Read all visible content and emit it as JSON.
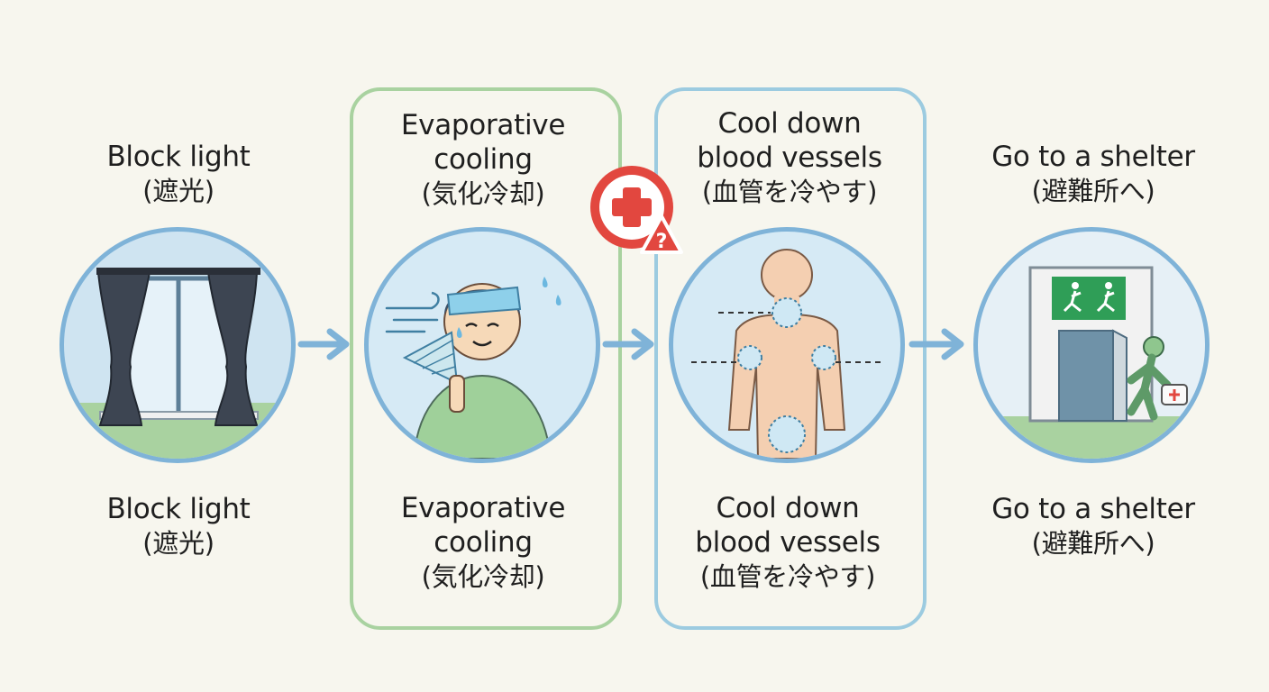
{
  "steps": [
    {
      "top_title": "Block light",
      "top_jp": "(遮光)",
      "bottom_title": "Block light",
      "bottom_jp": "(遮光)",
      "icon": "window-curtain-icon"
    },
    {
      "top_title": "Evaporative cooling",
      "top_jp": "(気化冷却)",
      "bottom_title": "Evaporative cooling",
      "bottom_jp": "(気化冷却)",
      "icon": "person-fan-icon"
    },
    {
      "top_title": "Cool down blood vessels",
      "top_jp": "(血管を冷やす)",
      "bottom_title": "Cool down blood vessels",
      "bottom_jp": "(血管を冷やす)",
      "icon": "body-cooling-points-icon"
    },
    {
      "top_title": "Go to a shelter",
      "top_jp": "(避難所へ)",
      "bottom_title": "Go to a shelter",
      "bottom_jp": "(避難所へ)",
      "icon": "emergency-exit-icon"
    }
  ],
  "badge": {
    "icon": "medical-cross-warning-icon",
    "symbol": "?"
  },
  "colors": {
    "background": "#f7f6ee",
    "arrow": "#7fb3d8",
    "frame_green": "#a9d2a0",
    "frame_blue": "#9ccbe0",
    "badge_red": "#e2473f",
    "exit_green": "#2f9e57"
  }
}
